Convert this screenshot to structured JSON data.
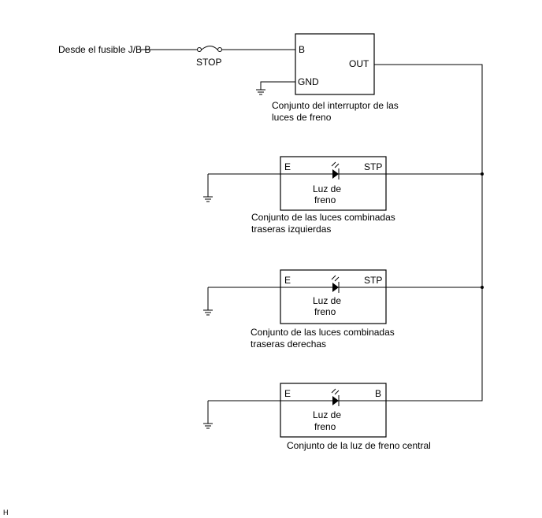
{
  "source_label": "Desde el fusible J/B B",
  "fuse": {
    "label": "STOP"
  },
  "switch": {
    "pin_b": "B",
    "pin_out": "OUT",
    "pin_gnd": "GND",
    "caption_line1": "Conjunto del interruptor de las",
    "caption_line2": "luces de freno"
  },
  "lamp_left": {
    "pin_e": "E",
    "pin_right": "STP",
    "lamp_line1": "Luz de",
    "lamp_line2": "freno",
    "caption_line1": "Conjunto de las luces combinadas",
    "caption_line2": "traseras izquierdas"
  },
  "lamp_right": {
    "pin_e": "E",
    "pin_right": "STP",
    "lamp_line1": "Luz de",
    "lamp_line2": "freno",
    "caption_line1": "Conjunto de las luces combinadas",
    "caption_line2": "traseras derechas"
  },
  "lamp_center": {
    "pin_e": "E",
    "pin_right": "B",
    "lamp_line1": "Luz de",
    "lamp_line2": "freno",
    "caption_line1": "Conjunto de la luz de freno central"
  },
  "corner_mark": "H"
}
